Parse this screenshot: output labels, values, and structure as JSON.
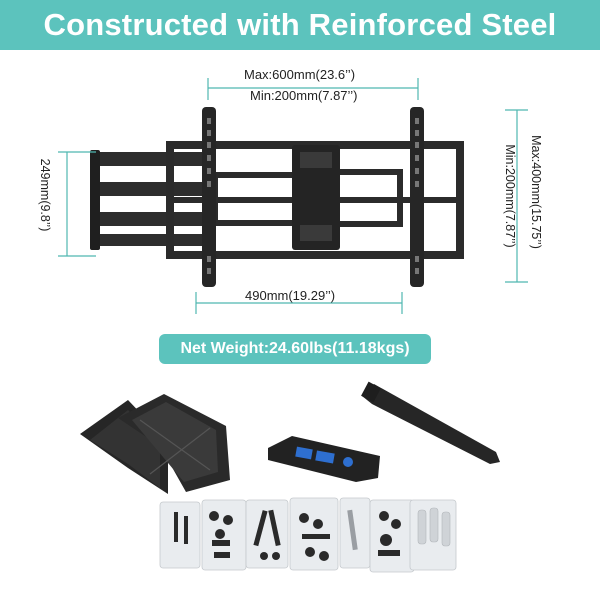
{
  "header": {
    "title": "Constructed with Reinforced Steel"
  },
  "dimensions": {
    "width_max": "Max:600mm(23.6’’)",
    "width_min": "Min:200mm(7.87’’)",
    "height_max": "Max:400mm(15.75’’)",
    "height_min": "Min:200mm(7.87’’)",
    "arm_height": "249mm(9.8’’)",
    "plate_width": "490mm(19.29’’)"
  },
  "specs": {
    "net_weight": "Net Weight:24.60lbs(11.18kgs)"
  },
  "colors": {
    "accent": "#5cc3bd",
    "steel": "#2b2b2b",
    "dim_line": "#4fb8b0"
  },
  "icons": [
    "tv-mount-bracket-icon",
    "leveling-base-icon",
    "bubble-level-icon",
    "cable-strap-icon",
    "hardware-pack-icon"
  ]
}
